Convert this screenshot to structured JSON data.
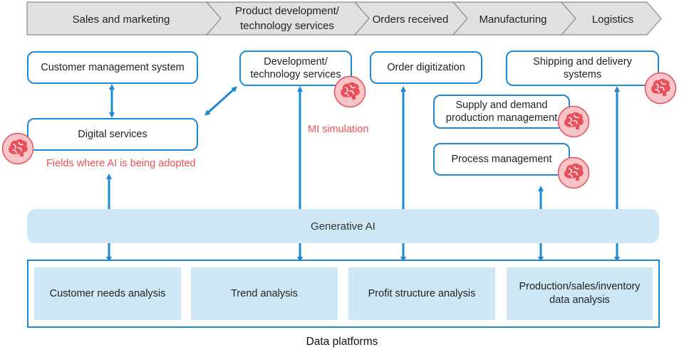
{
  "chain": [
    {
      "label": "Sales and marketing"
    },
    {
      "label": "Product development/\ntechnology services"
    },
    {
      "label": "Orders received"
    },
    {
      "label": "Manufacturing"
    },
    {
      "label": "Logistics"
    }
  ],
  "boxes": {
    "customer_management": "Customer management system",
    "digital_services": "Digital services",
    "development": "Development/\ntechnology services",
    "order_digitization": "Order digitization",
    "shipping": "Shipping and delivery\nsystems",
    "supply_demand": "Supply and demand\nproduction management",
    "process_management": "Process management"
  },
  "annotations": {
    "ai_fields": "Fields where AI is being adopted",
    "mi_simulation": "MI simulation"
  },
  "generative_ai": "Generative AI",
  "platforms": {
    "items": [
      "Customer needs analysis",
      "Trend analysis",
      "Profit structure analysis",
      "Production/sales/inventory\ndata analysis"
    ],
    "label": "Data platforms"
  },
  "colors": {
    "accent_blue": "#1e88d2",
    "light_blue": "#cde8f4",
    "ai_red": "#e8505b",
    "chevron_gray": "#e0e0e0"
  },
  "icons": [
    "brain-icon"
  ]
}
